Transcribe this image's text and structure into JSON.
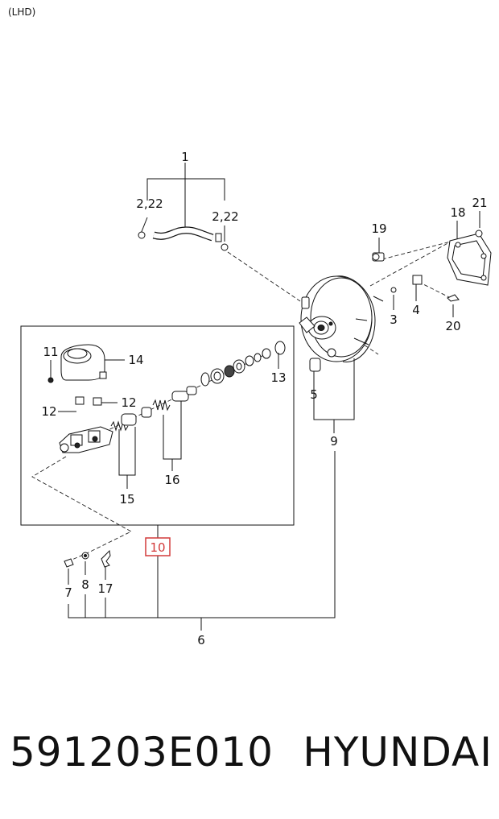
{
  "header": {
    "variant": "(LHD)"
  },
  "callouts": {
    "c1": "1",
    "c2_22_left": "2,22",
    "c2_22_right": "2,22",
    "c3": "3",
    "c4": "4",
    "c5": "5",
    "c6": "6",
    "c7": "7",
    "c8": "8",
    "c9": "9",
    "c10": "10",
    "c11": "11",
    "c12_left": "12",
    "c12_right": "12",
    "c13": "13",
    "c14": "14",
    "c15": "15",
    "c16": "16",
    "c17": "17",
    "c18": "18",
    "c19": "19",
    "c20": "20",
    "c21": "21"
  },
  "highlight": {
    "part": "10",
    "color": "#d23a3a"
  },
  "footer": {
    "part_number": "591203E010",
    "brand": "HYUNDAI"
  }
}
